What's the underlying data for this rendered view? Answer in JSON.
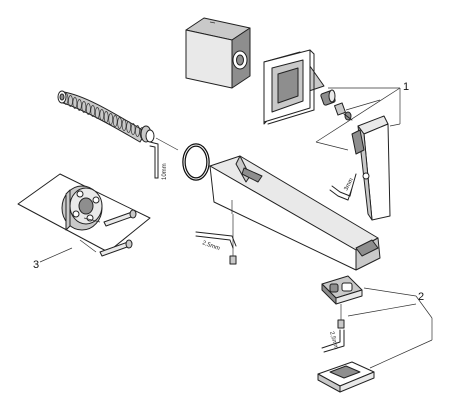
{
  "callouts": {
    "one": "1",
    "two": "2",
    "three": "3"
  },
  "dimensions": {
    "hex_10mm": "10mm",
    "hex_3mm": "3mm",
    "hex_2_5mm_a": "2,5mm",
    "hex_2_5mm_b": "2,5mm"
  }
}
